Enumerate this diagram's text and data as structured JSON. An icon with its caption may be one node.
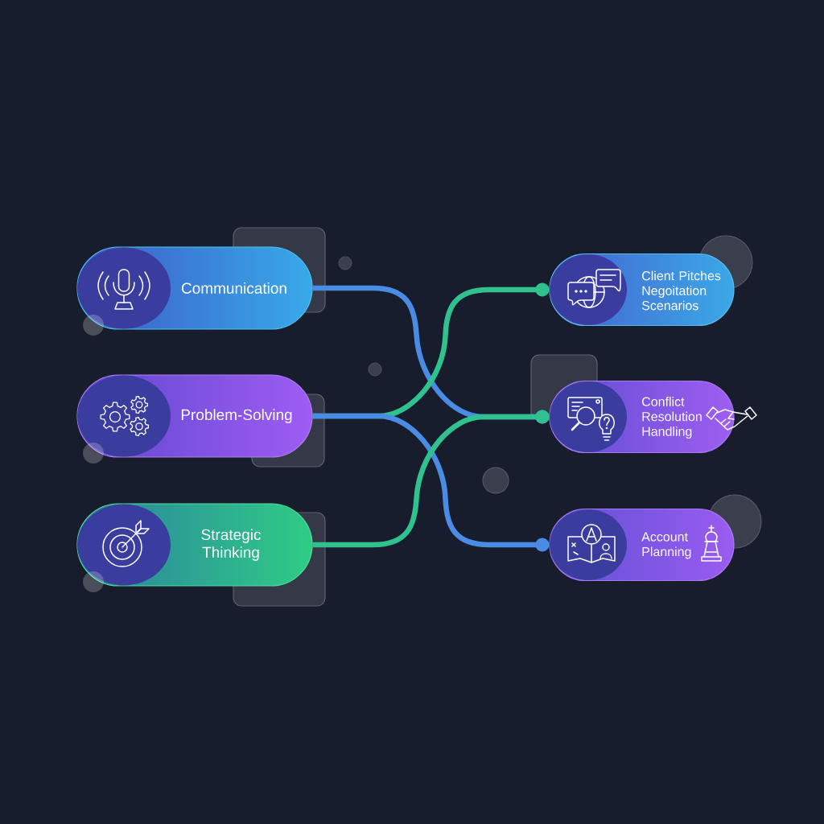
{
  "diagram": {
    "nodes": [
      {
        "text": [
          "Communication"
        ]
      },
      {
        "text": [
          "Problem-Solving"
        ]
      },
      {
        "text": [
          "Strategic Thinking"
        ]
      },
      {
        "text": [
          "Client Pitches Negoitation Scenarios"
        ]
      },
      {
        "text": [
          "Conflict Resolution Handling"
        ]
      },
      {
        "text": [
          "Account Planning"
        ]
      },
      {
        "text": [],
        "shape": "circle"
      },
      {
        "text": [],
        "shape": "circle"
      },
      {
        "text": [],
        "shape": "circle"
      }
    ],
    "edges": [
      {
        "from": 0,
        "to": 4,
        "arrow": "other"
      },
      {
        "from": 1,
        "to": 3,
        "arrow": "other",
        "color": "#2fc28f"
      },
      {
        "from": 1,
        "to": 5,
        "arrow": "other"
      },
      {
        "from": 2,
        "to": 4,
        "arrow": "other",
        "color": "#2fc28f"
      }
    ]
  }
}
